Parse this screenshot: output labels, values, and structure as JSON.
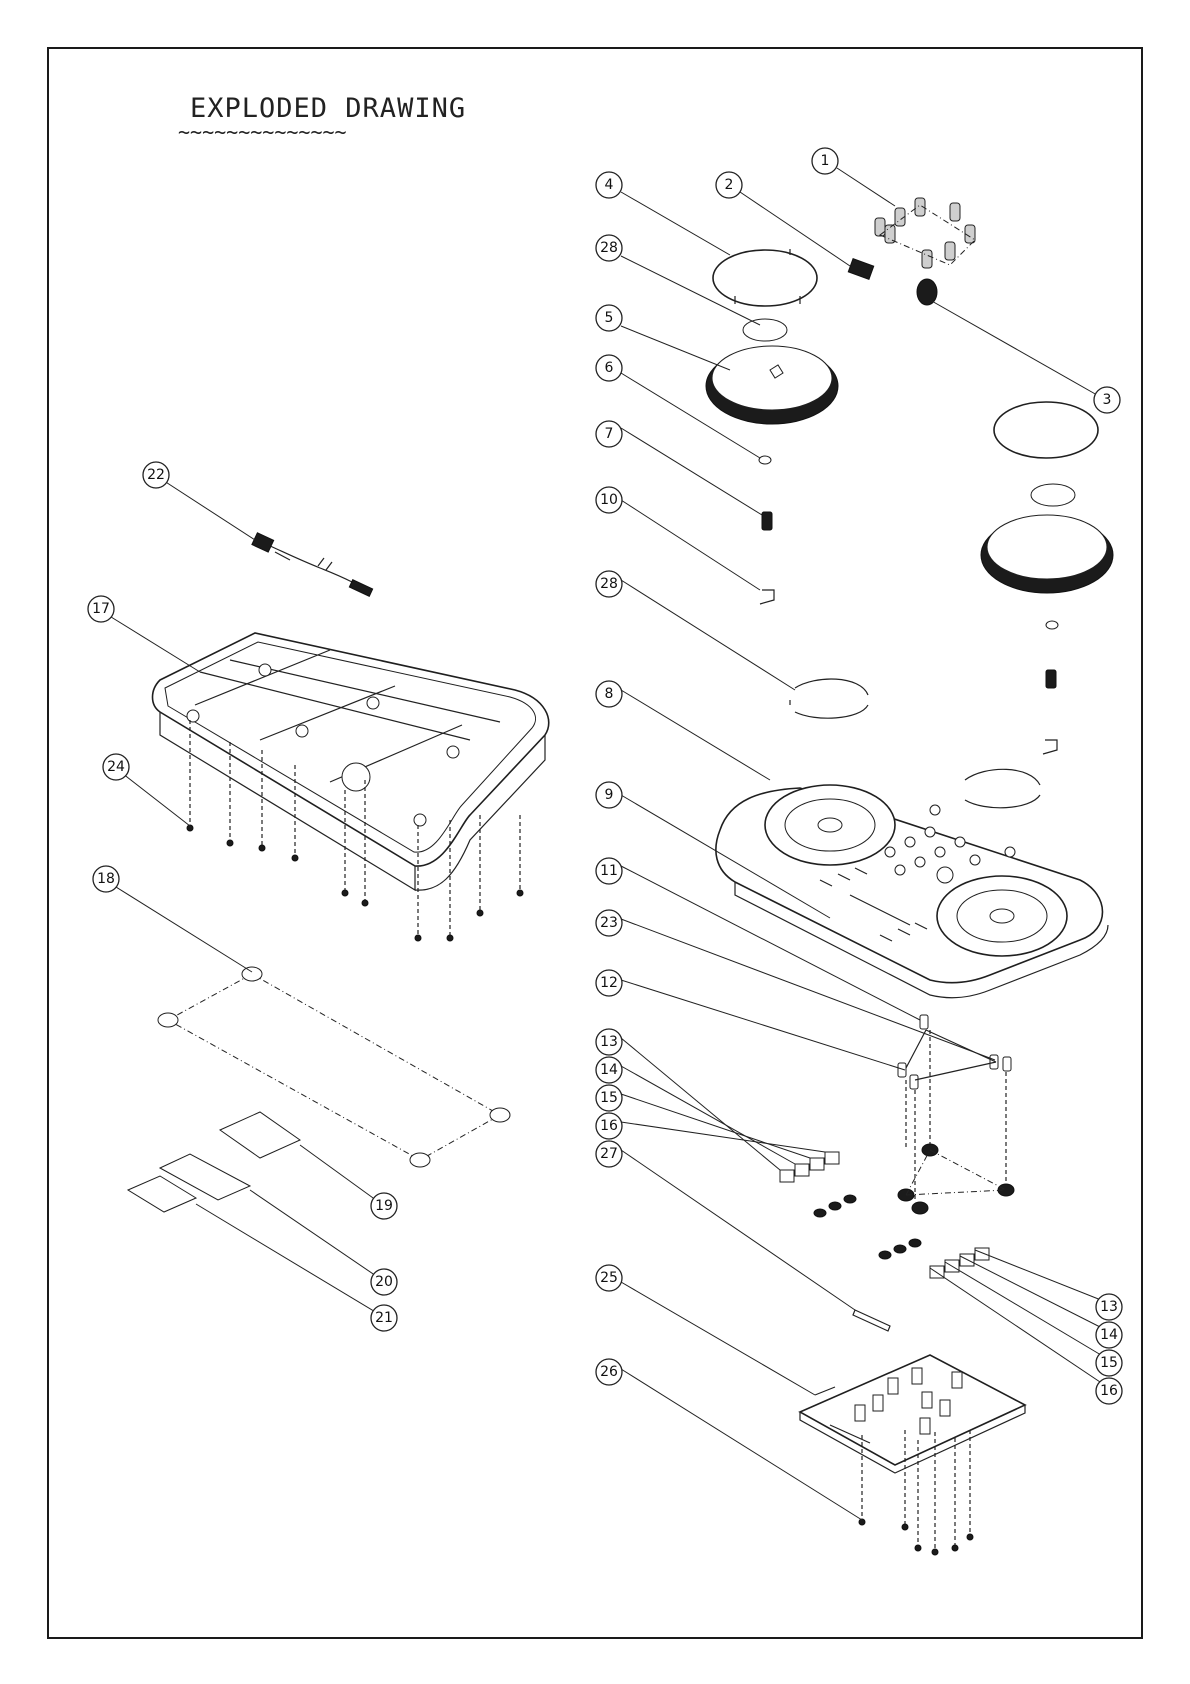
{
  "title": "EXPLODED DRAWING",
  "title_underline": "~~~~~~~~~~~~~~",
  "callouts": [
    {
      "id": "c1",
      "label": "1"
    },
    {
      "id": "c2",
      "label": "2"
    },
    {
      "id": "c3",
      "label": "3"
    },
    {
      "id": "c4",
      "label": "4"
    },
    {
      "id": "c28a",
      "label": "28"
    },
    {
      "id": "c5",
      "label": "5"
    },
    {
      "id": "c6",
      "label": "6"
    },
    {
      "id": "c7",
      "label": "7"
    },
    {
      "id": "c10",
      "label": "10"
    },
    {
      "id": "c28b",
      "label": "28"
    },
    {
      "id": "c8",
      "label": "8"
    },
    {
      "id": "c9",
      "label": "9"
    },
    {
      "id": "c11",
      "label": "11"
    },
    {
      "id": "c23",
      "label": "23"
    },
    {
      "id": "c12",
      "label": "12"
    },
    {
      "id": "c13a",
      "label": "13"
    },
    {
      "id": "c14a",
      "label": "14"
    },
    {
      "id": "c15a",
      "label": "15"
    },
    {
      "id": "c16a",
      "label": "16"
    },
    {
      "id": "c27",
      "label": "27"
    },
    {
      "id": "c25",
      "label": "25"
    },
    {
      "id": "c26",
      "label": "26"
    },
    {
      "id": "c13b",
      "label": "13"
    },
    {
      "id": "c14b",
      "label": "14"
    },
    {
      "id": "c15b",
      "label": "15"
    },
    {
      "id": "c16b",
      "label": "16"
    },
    {
      "id": "c22",
      "label": "22"
    },
    {
      "id": "c17",
      "label": "17"
    },
    {
      "id": "c24",
      "label": "24"
    },
    {
      "id": "c18",
      "label": "18"
    },
    {
      "id": "c19",
      "label": "19"
    },
    {
      "id": "c20",
      "label": "20"
    },
    {
      "id": "c21",
      "label": "21"
    }
  ]
}
